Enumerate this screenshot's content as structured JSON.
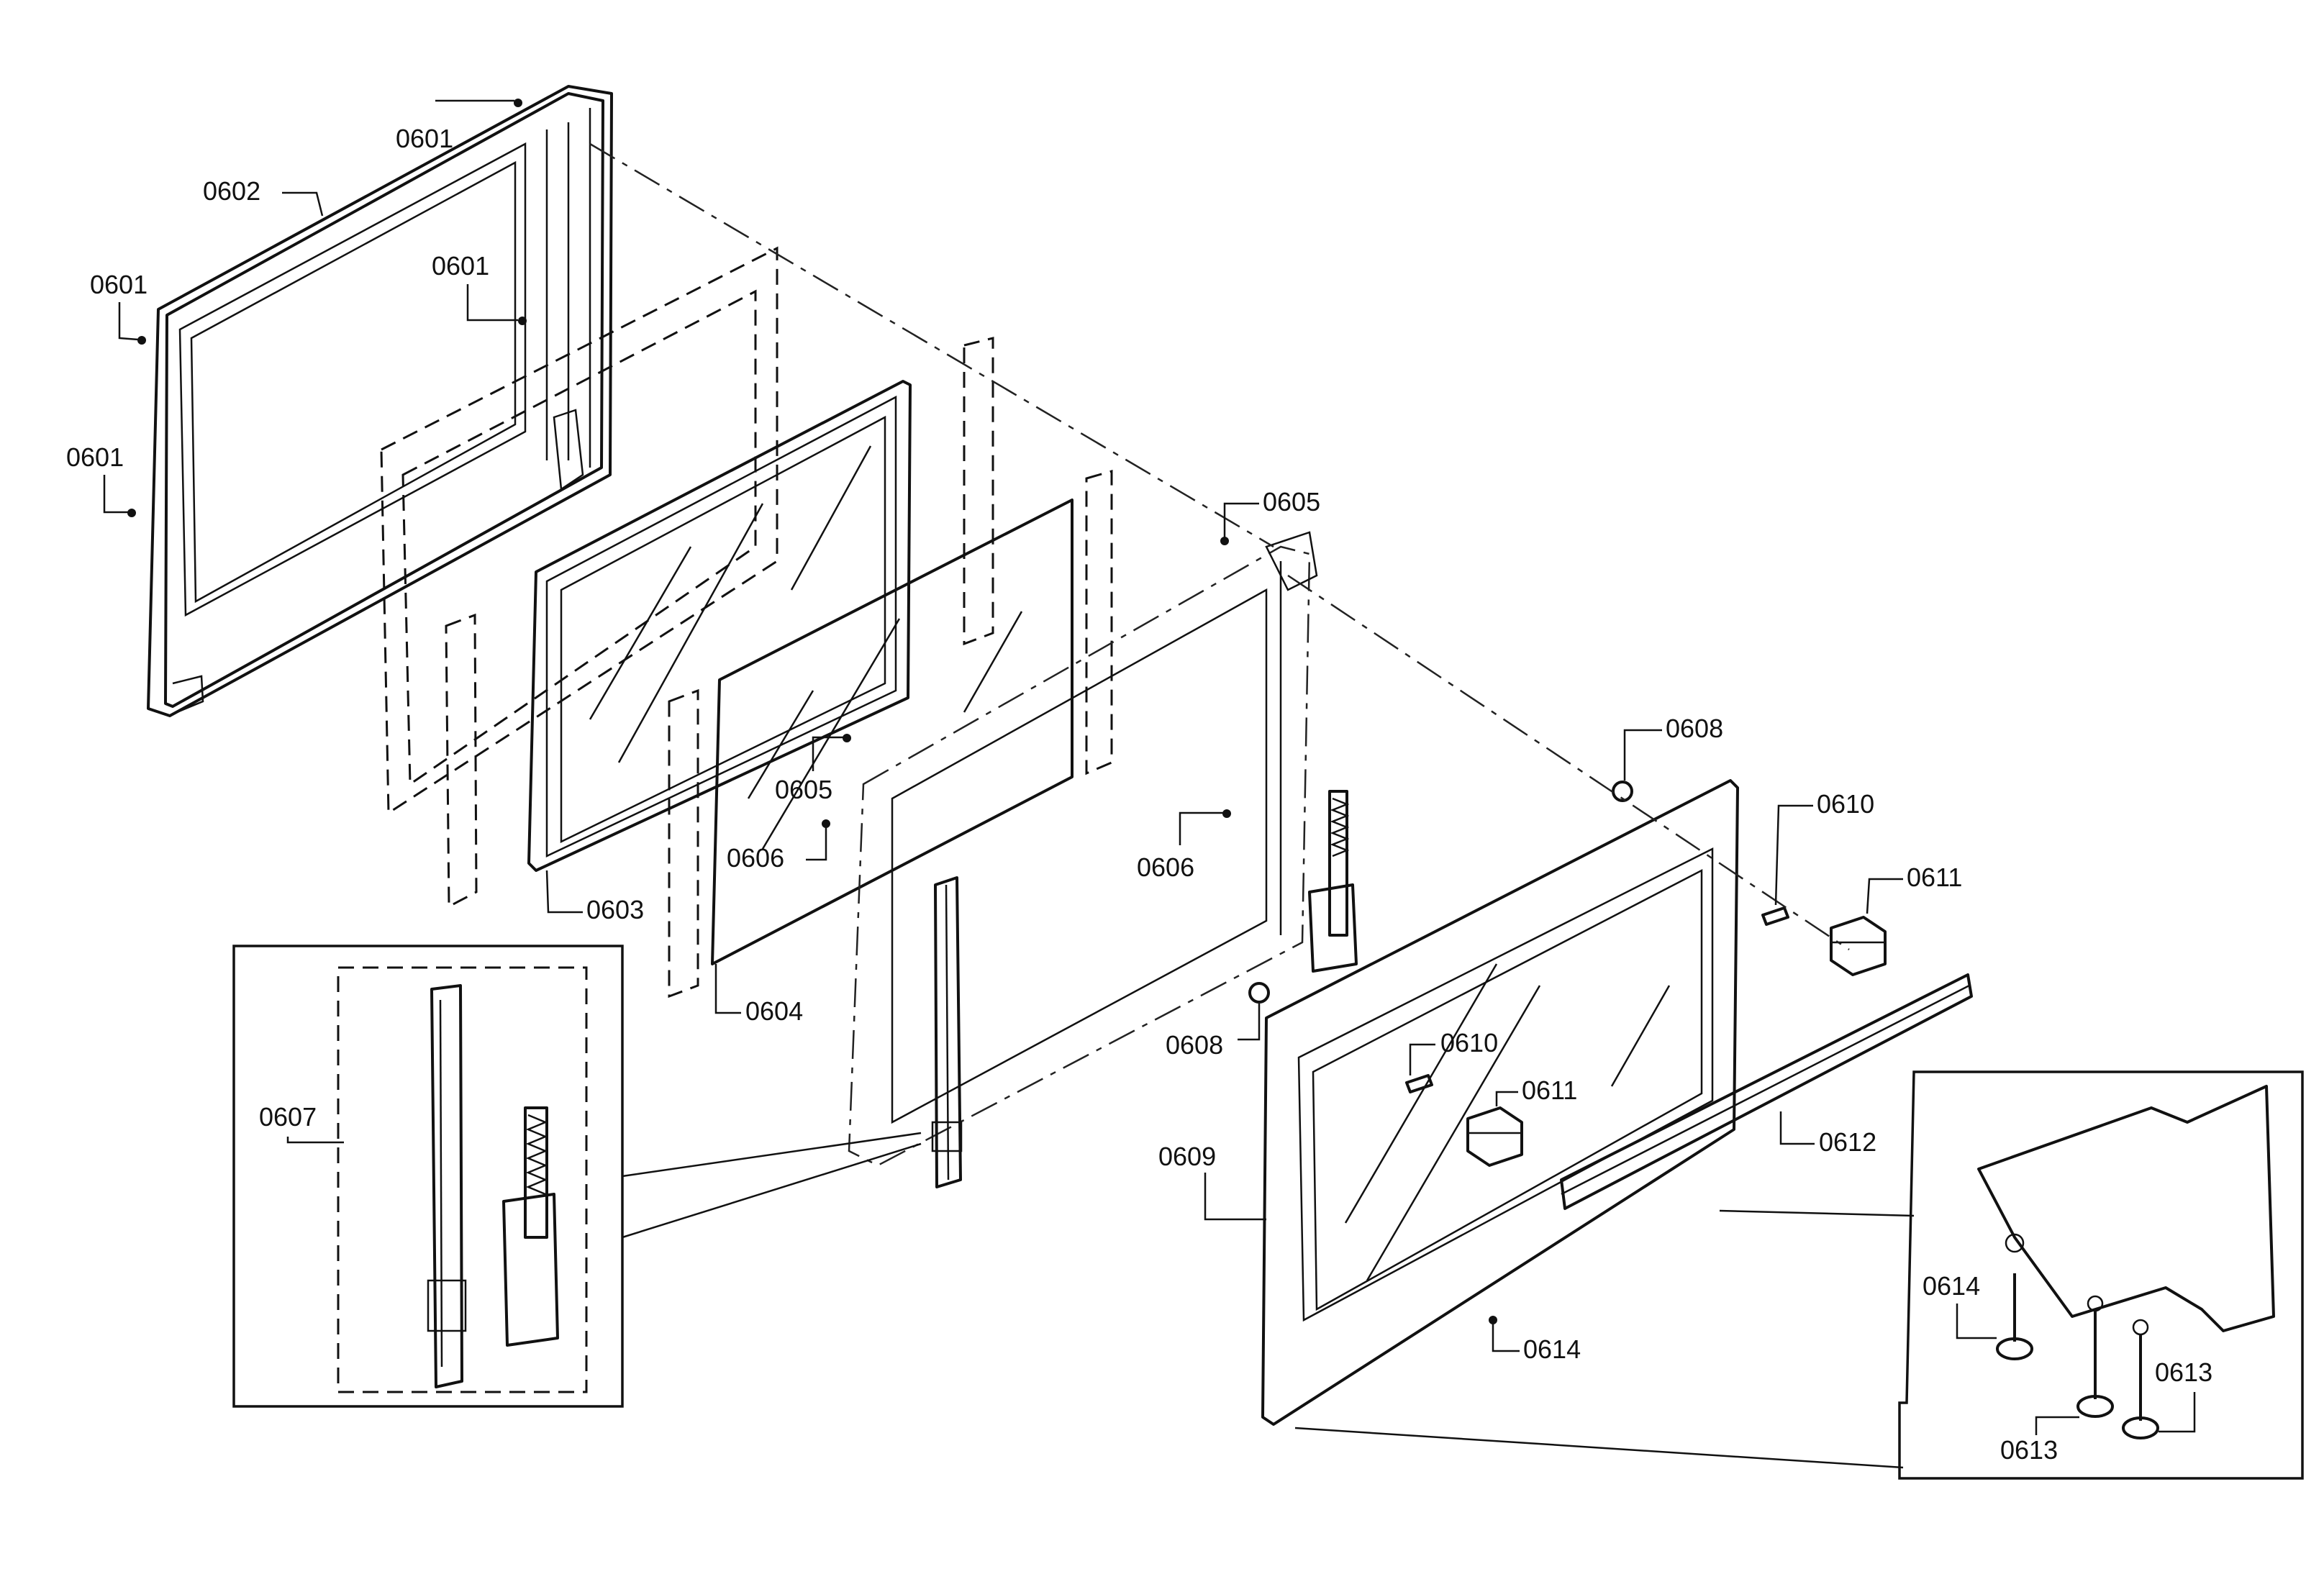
{
  "labels": {
    "l0601a": "0601",
    "l0602": "0602",
    "l0601b": "0601",
    "l0601c": "0601",
    "l0601d": "0601",
    "l0603": "0603",
    "l0604": "0604",
    "l0605a": "0605",
    "l0605b": "0605",
    "l0606a": "0606",
    "l0606b": "0606",
    "l0607": "0607",
    "l0608a": "0608",
    "l0608b": "0608",
    "l0609": "0609",
    "l0610a": "0610",
    "l0610b": "0610",
    "l0611a": "0611",
    "l0611b": "0611",
    "l0612": "0612",
    "l0613a": "0613",
    "l0613b": "0613",
    "l0614a": "0614",
    "l0614b": "0614"
  }
}
